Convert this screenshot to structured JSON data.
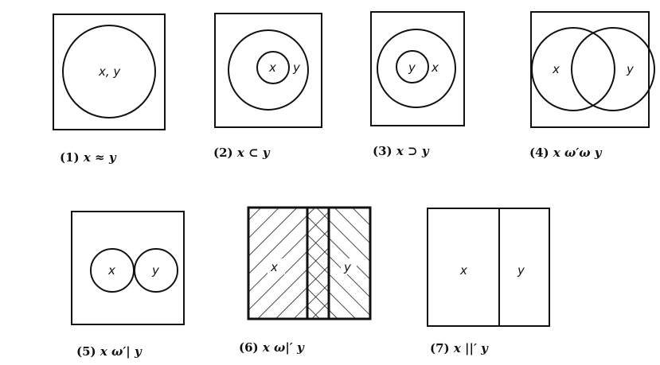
{
  "diagrams": [
    {
      "number": "(1)",
      "relation": "x ≈ y",
      "labels": [
        "x, y"
      ]
    },
    {
      "number": "(2)",
      "relation": "x ⊂ y",
      "labels": [
        "x",
        "y"
      ]
    },
    {
      "number": "(3)",
      "relation": "x ⊃ y",
      "labels": [
        "y",
        "x"
      ]
    },
    {
      "number": "(4)",
      "relation": "x ω′ω y",
      "labels": [
        "x",
        "y"
      ]
    },
    {
      "number": "(5)",
      "relation": "x ω′| y",
      "labels": [
        "x",
        "y"
      ]
    },
    {
      "number": "(6)",
      "relation": "x ω|′ y",
      "labels": [
        "x",
        "y"
      ]
    },
    {
      "number": "(7)",
      "relation": "x ||′ y",
      "labels": [
        "x",
        "y"
      ]
    }
  ]
}
